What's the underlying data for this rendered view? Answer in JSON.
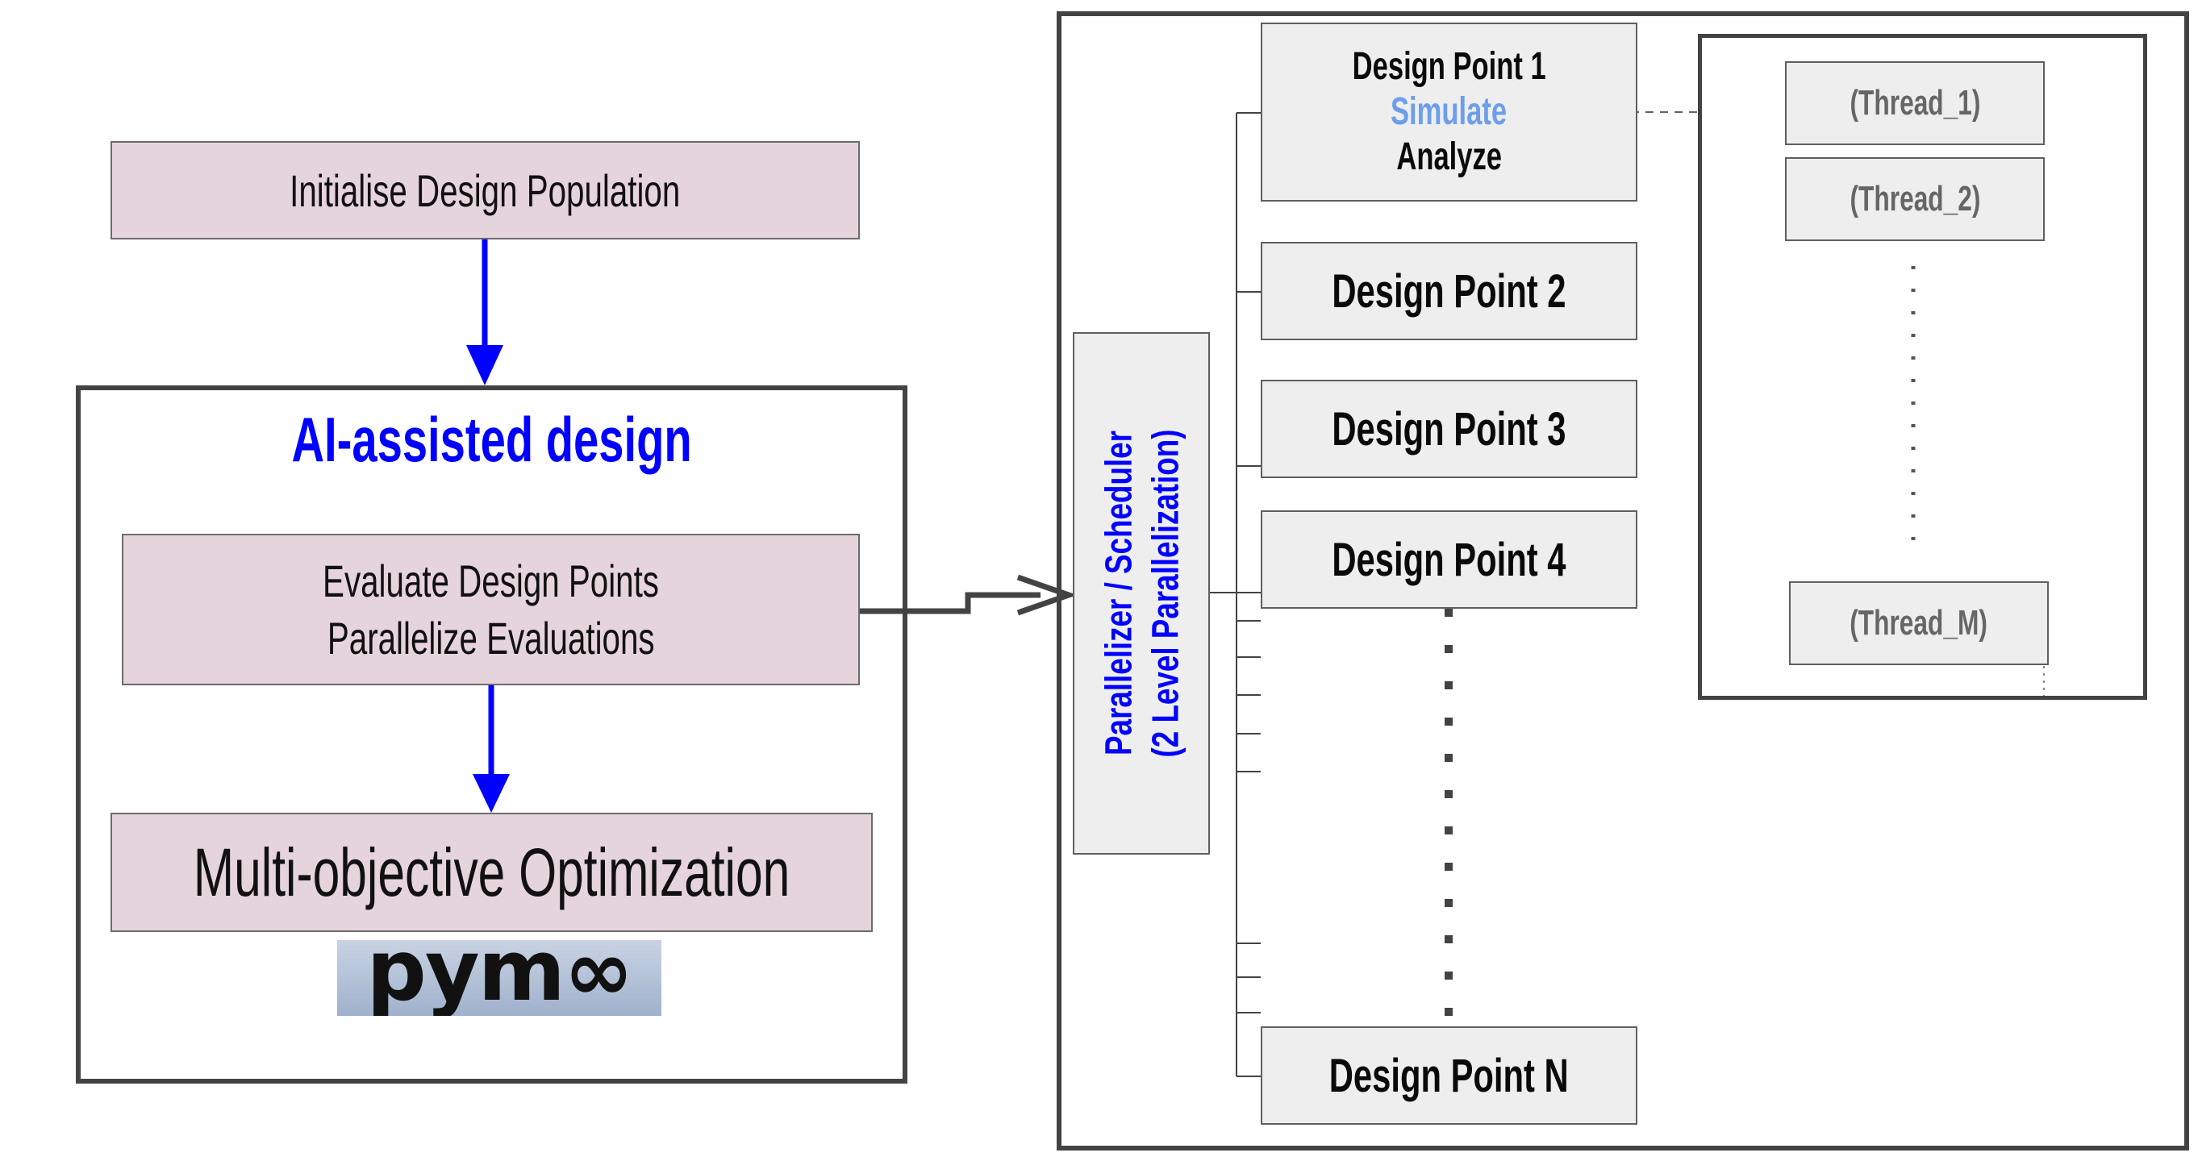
{
  "left": {
    "init_label": "Initialise Design Population",
    "ai_title": "AI-assisted design",
    "evaluate_line1": "Evaluate Design Points",
    "evaluate_line2": "Parallelize Evaluations",
    "moo_label": "Multi-objective Optimization",
    "logo_text": "pym∞"
  },
  "right": {
    "scheduler_line1": "Parallelizer / Scheduler",
    "scheduler_line2": "(2 Level Parallelization)",
    "dp1_title": "Design Point 1",
    "dp1_simulate": "Simulate",
    "dp1_analyze": "Analyze",
    "dp2": "Design Point 2",
    "dp3": "Design Point 3",
    "dp4": "Design Point 4",
    "dpN": "Design Point N",
    "thread1": "(Thread_1)",
    "thread2": "(Thread_2)",
    "threadM": "(Thread_M)"
  },
  "colors": {
    "blue": "#0000ff",
    "simulate_blue": "#6d9eeb",
    "pink": "#e6d4dd",
    "gray_box": "#eeeeee",
    "frame": "#434343"
  }
}
